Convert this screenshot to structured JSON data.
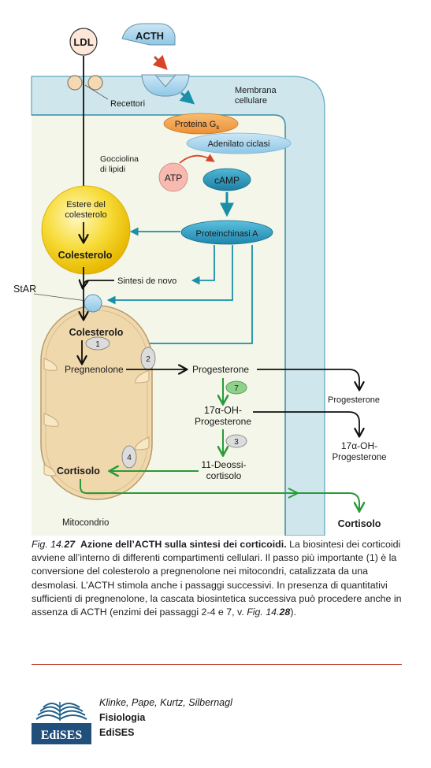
{
  "diagram": {
    "ldl": "LDL",
    "acth": "ACTH",
    "recettori": "Recettori",
    "membrana_line1": "Membrana",
    "membrana_line2": "cellulare",
    "proteina_g": "Proteina G",
    "proteina_g_sub": "s",
    "adenilato": "Adenilato ciclasi",
    "atp": "ATP",
    "camp": "cAMP",
    "gocciolina_line1": "Gocciolina",
    "gocciolina_line2": "di lipidi",
    "estere_line1": "Estere del",
    "estere_line2": "colesterolo",
    "colesterolo_droplet": "Colesterolo",
    "proteinchinasi": "Proteinchinasi A",
    "sintesi_de_novo": "Sintesi de novo",
    "star": "StAR",
    "colesterolo_mito": "Colesterolo",
    "step1": "1",
    "step2": "2",
    "step3": "3",
    "step4": "4",
    "step7": "7",
    "pregnenolone": "Pregnenolone",
    "progesterone_inner": "Progesterone",
    "ohprog_inner_line1": "17α-OH-",
    "ohprog_inner_line2": "Progesterone",
    "deossi_line1": "11-Deossi-",
    "deossi_line2": "cortisolo",
    "cortisolo_inner": "Cortisolo",
    "mitocondrio": "Mitocondrio",
    "progesterone_out": "Progesterone",
    "ohprog_out_line1": "17α-OH-",
    "ohprog_out_line2": "Progesterone",
    "cortisolo_out": "Cortisolo"
  },
  "caption": {
    "fig_prefix": "Fig. 14.",
    "fig_num": "27",
    "title": "Azione dell’ACTH sulla sintesi dei corticoidi.",
    "body": " La biosintesi dei corticoidi avviene all’interno di differenti compartimenti cellulari. Il passo più importante (1) è la conversione del colesterolo a pregnenolone nei mitocondri, catalizzata da una desmolasi. L’ACTH stimola anche i passaggi successivi. In presenza di quantitativi sufficienti di pregnenolone, la cascata biosintetica successiva può procedere anche in assenza di ACTH (enzimi dei passaggi 2-4 e 7, v. ",
    "ref_prefix": "Fig. 14.",
    "ref_num": "28",
    "end": ")."
  },
  "footer": {
    "authors": "Klinke, Pape, Kurtz, Silbernagl",
    "title": "Fisiologia",
    "publisher": "EdiSES",
    "logo_text": "EdiSES"
  },
  "colors": {
    "cell_background": "#f3f6e8",
    "membrane": "#cfe6ec",
    "membrane_edge": "#3c8fa6",
    "signal_arrow": "#1a8fa8",
    "enzyme_arrow": "#2a9a3a",
    "acth_arrow": "#d9432a",
    "proteina_g": "#f2a04a",
    "proteinchinasi": "#2f9fc0",
    "lipid_droplet": "#f5d22a",
    "mitochondrion": "#f0d8ad",
    "caption_rule": "#c0392b"
  }
}
